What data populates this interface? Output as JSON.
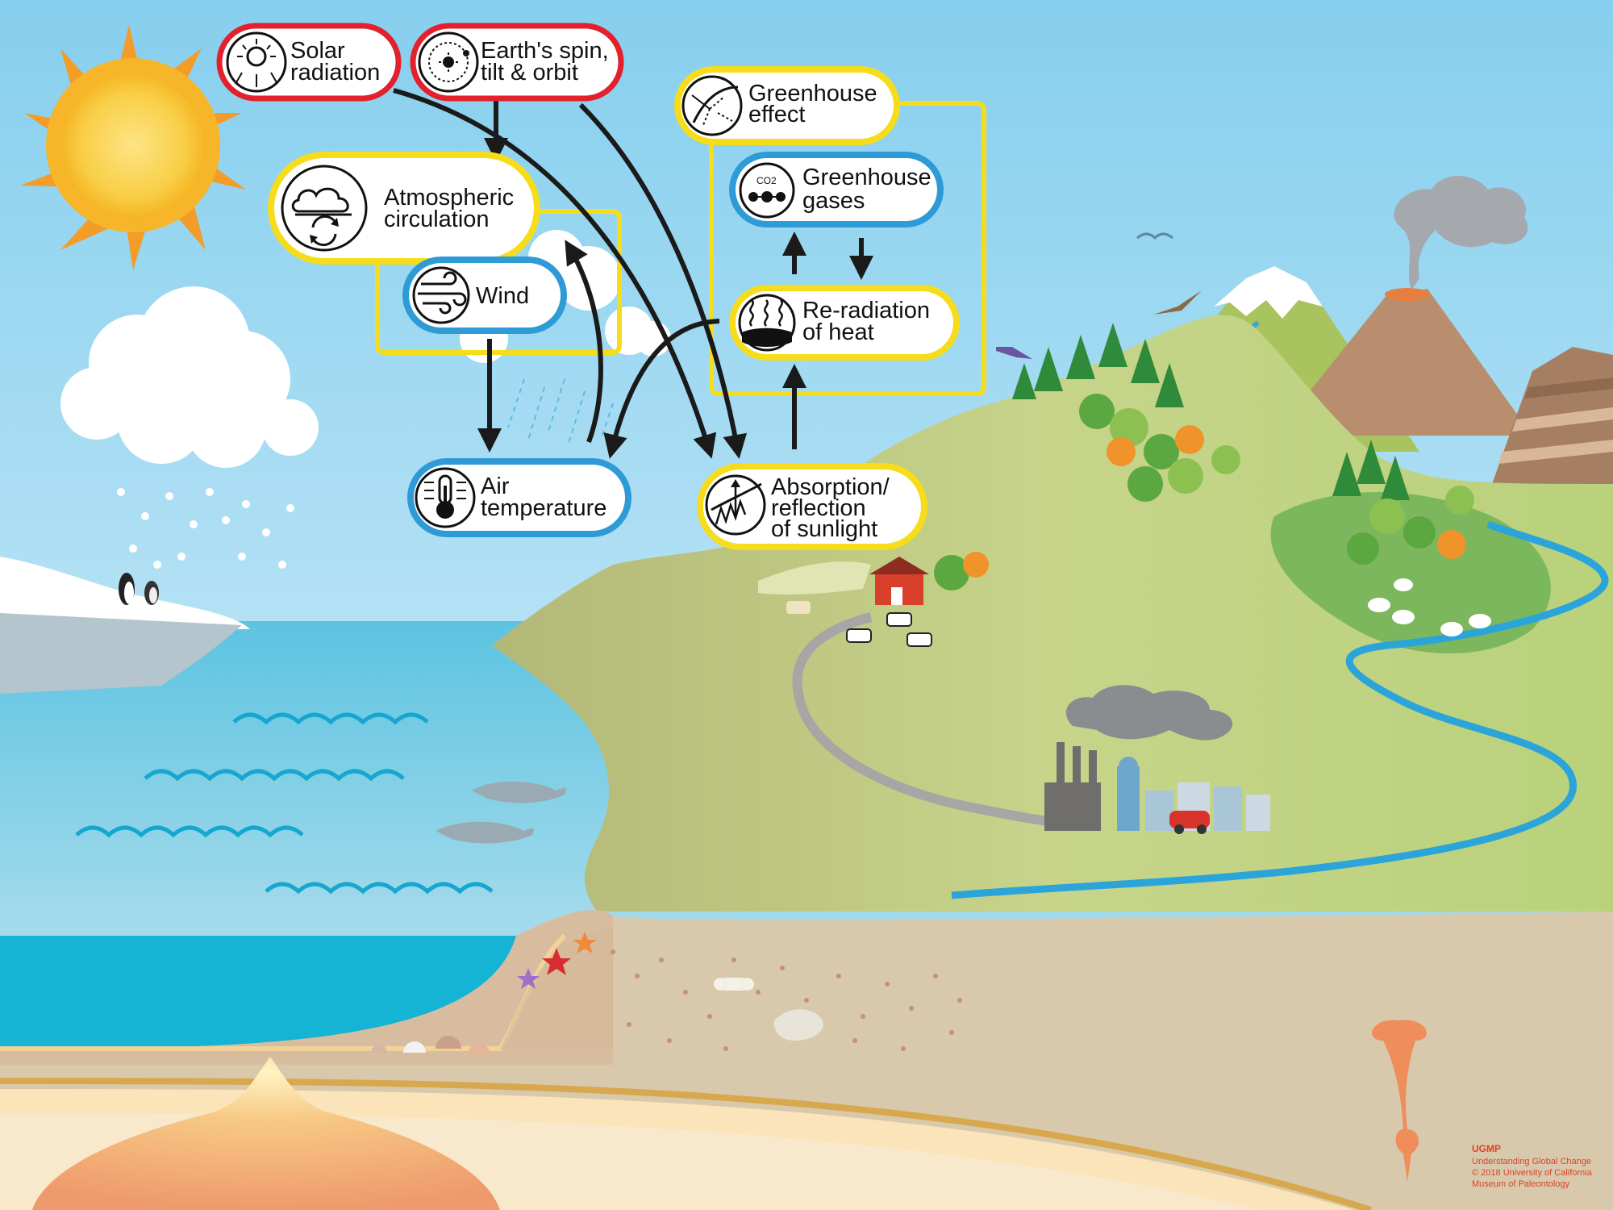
{
  "colors": {
    "ring_red": "#e3202c",
    "ring_yellow": "#f6dd1b",
    "ring_blue": "#2e9bd6",
    "arrow": "#1a1a1a",
    "sky_top": "#8fd3f0",
    "sky_bottom": "#d6eef9",
    "ocean": "#8ed2e8",
    "land": "#c9d78c",
    "earth": "#d8c9ad",
    "credit": "#d8432a"
  },
  "nodes": {
    "solar": {
      "line1": "Solar",
      "line2": "radiation",
      "icon": "sun-rays-icon",
      "ring": "red"
    },
    "orbit": {
      "line1": "Earth's spin,",
      "line2": "tilt & orbit",
      "icon": "orbit-icon",
      "ring": "red"
    },
    "atmos": {
      "line1": "Atmospheric",
      "line2": "circulation",
      "icon": "cloud-cycle-icon",
      "ring": "yellow"
    },
    "wind": {
      "line1": "Wind",
      "icon": "wind-icon",
      "ring": "blue"
    },
    "airtemp": {
      "line1": "Air",
      "line2": "temperature",
      "icon": "thermometer-icon",
      "ring": "blue"
    },
    "greenhouse_effect": {
      "line1": "Greenhouse",
      "line2": "effect",
      "icon": "greenhouse-effect-icon",
      "ring": "yellow"
    },
    "gases": {
      "line1": "Greenhouse",
      "line2": "gases",
      "icon": "co2-molecule-icon",
      "icon_label": "CO2",
      "ring": "blue"
    },
    "reradiation": {
      "line1": "Re-radiation",
      "line2": "of heat",
      "icon": "heat-radiation-icon",
      "ring": "yellow"
    },
    "absorption": {
      "line1": "Absorption/",
      "line2": "reflection",
      "line3": "of sunlight",
      "icon": "sunlight-reflection-icon",
      "ring": "yellow"
    }
  },
  "credit": {
    "title": "UGMP",
    "line1": "Understanding Global Change",
    "line2": "© 2018 University of California",
    "line3": "Museum of Paleontology"
  }
}
